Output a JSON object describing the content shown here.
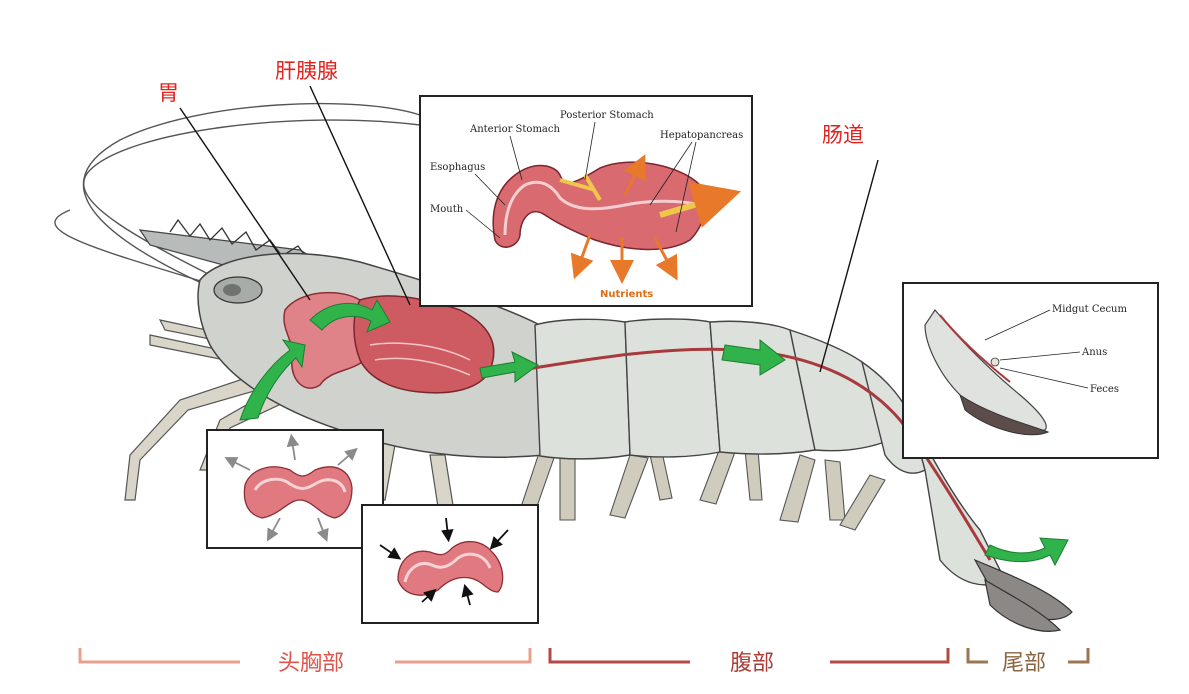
{
  "labels": {
    "stomach": "胃",
    "hepatopancreas": "肝胰腺",
    "intestine": "肠道"
  },
  "digestive_inset": {
    "anterior_stomach": "Anterior Stomach",
    "posterior_stomach": "Posterior Stomach",
    "hepatopancreas": "Hepatopancreas",
    "esophagus": "Esophagus",
    "mouth": "Mouth",
    "nutrients": "Nutrients"
  },
  "tail_inset": {
    "midgut_cecum": "Midgut Cecum",
    "anus": "Anus",
    "feces": "Feces"
  },
  "regions": {
    "cephalothorax": "头胸部",
    "abdomen": "腹部",
    "tail": "尾部"
  },
  "colors": {
    "label_red": "#e0231f",
    "green_arrow": "#2fb34a",
    "organ_red": "#c94a4f",
    "nutrient_orange": "#e8782a",
    "bracket_cephalothorax": "#e8a08c",
    "bracket_abdomen": "#b54a45",
    "bracket_tail": "#9b7650"
  }
}
